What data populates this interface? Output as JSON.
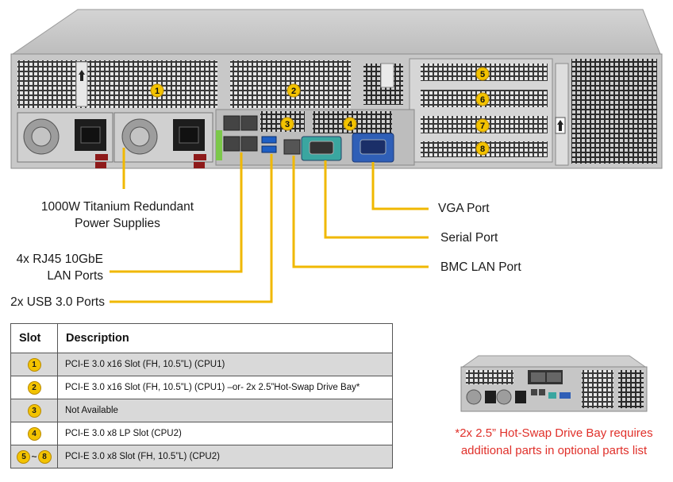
{
  "chassis_slot_markers": [
    "1",
    "2",
    "3",
    "4",
    "5",
    "6",
    "7",
    "8"
  ],
  "callouts": {
    "psu": [
      "1000W Titanium Redundant",
      "Power Supplies"
    ],
    "lan": [
      "4x RJ45 10GbE",
      "LAN Ports"
    ],
    "usb": "2x USB 3.0 Ports",
    "vga": "VGA Port",
    "serial": "Serial Port",
    "bmc": "BMC LAN Port"
  },
  "table": {
    "headers": [
      "Slot",
      "Description"
    ],
    "rows": [
      {
        "slot": "1",
        "description": "PCI-E 3.0 x16 Slot (FH, 10.5”L) (CPU1)"
      },
      {
        "slot": "2",
        "description": "PCI-E 3.0 x16 Slot (FH, 10.5”L) (CPU1) –or- 2x 2.5”Hot-Swap Drive Bay*"
      },
      {
        "slot": "3",
        "description": "Not Available"
      },
      {
        "slot": "4",
        "description": "PCI-E 3.0 x8 LP Slot (CPU2)"
      },
      {
        "slot_from": "5",
        "slot_to": "8",
        "description": "PCI-E 3.0 x8 Slot (FH, 10.5”L) (CPU2)"
      }
    ]
  },
  "note": [
    "*2x 2.5” Hot-Swap Drive Bay requires",
    "additional parts in optional parts list"
  ],
  "colors": {
    "marker": "#f3c300",
    "leader_line": "#f0b800",
    "note_text": "#e0302a"
  }
}
